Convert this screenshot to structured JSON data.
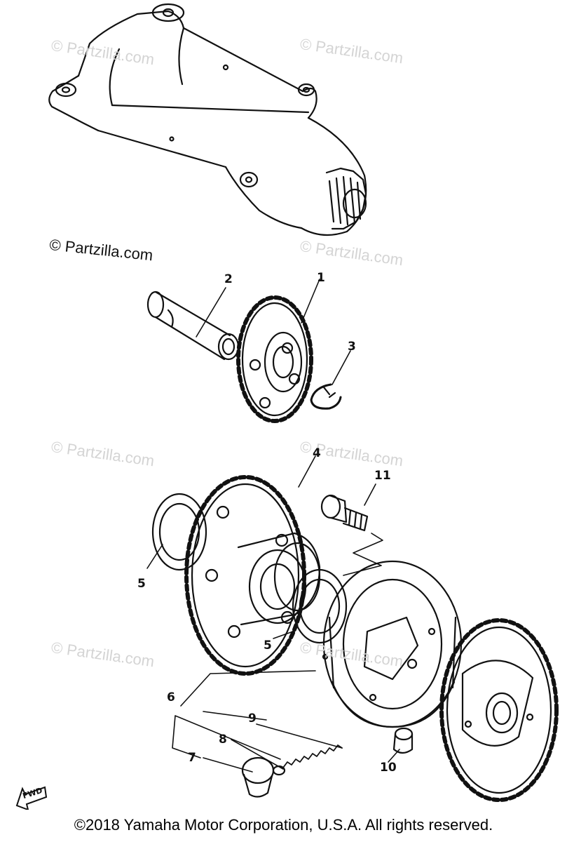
{
  "watermark": "© Partzilla.com",
  "copyright": "©2018  Yamaha Motor Corporation, U.S.A. All rights reserved.",
  "fwd_label": "FWD",
  "callouts": [
    "1",
    "2",
    "3",
    "4",
    "5",
    "5",
    "6",
    "7",
    "8",
    "9",
    "10",
    "11"
  ],
  "parts": [
    "starter-motor",
    "shaft",
    "idler-gear",
    "circlip",
    "starter-wheel-gear",
    "washer",
    "washer",
    "starter-clutch",
    "roller",
    "spring-cap",
    "spring",
    "pin",
    "bolt",
    "driven-gear"
  ]
}
